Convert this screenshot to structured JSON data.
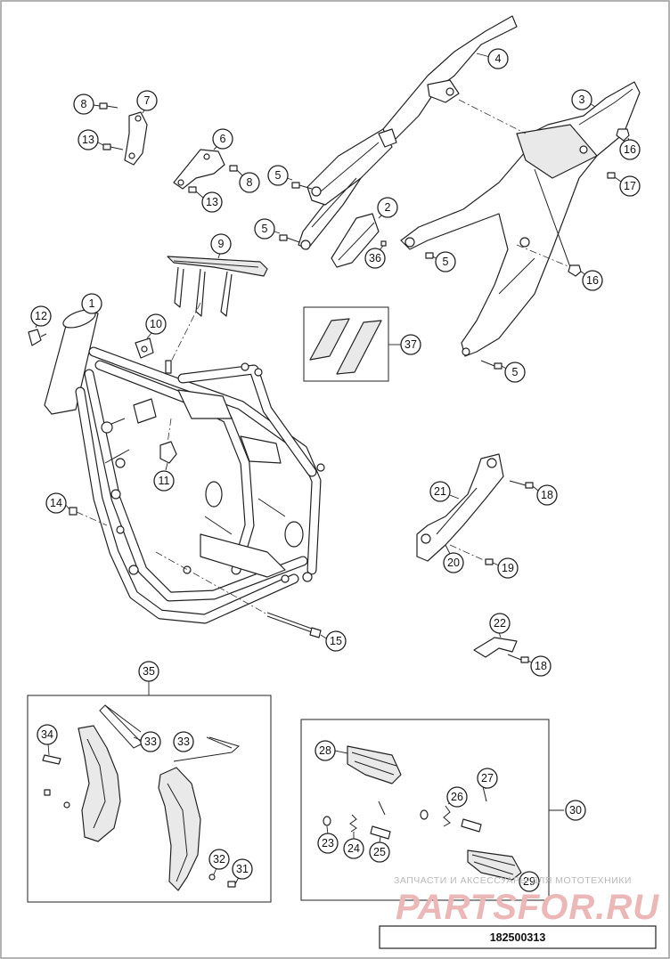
{
  "callouts": {
    "c1": "1",
    "c2": "2",
    "c3": "3",
    "c4": "4",
    "c5a": "5",
    "c5b": "5",
    "c5c": "5",
    "c5d": "5",
    "c6": "6",
    "c7": "7",
    "c8a": "8",
    "c8b": "8",
    "c9": "9",
    "c10": "10",
    "c11": "11",
    "c12": "12",
    "c13a": "13",
    "c13b": "13",
    "c14": "14",
    "c15": "15",
    "c16a": "16",
    "c16b": "16",
    "c17": "17",
    "c18a": "18",
    "c18b": "18",
    "c19": "19",
    "c20": "20",
    "c21": "21",
    "c22": "22",
    "c23": "23",
    "c24": "24",
    "c25": "25",
    "c26": "26",
    "c27": "27",
    "c28": "28",
    "c29": "29",
    "c30": "30",
    "c31": "31",
    "c32": "32",
    "c33a": "33",
    "c33b": "33",
    "c34": "34",
    "c35": "35",
    "c36": "36",
    "c37": "37"
  },
  "watermark": {
    "caption": "ЗАПЧАСТИ И АКСЕССУАРЫ ДЛЯ МОТОТЕХНИКИ",
    "brand": "PARTSFOR.RU"
  },
  "diagram_code": "182500313"
}
